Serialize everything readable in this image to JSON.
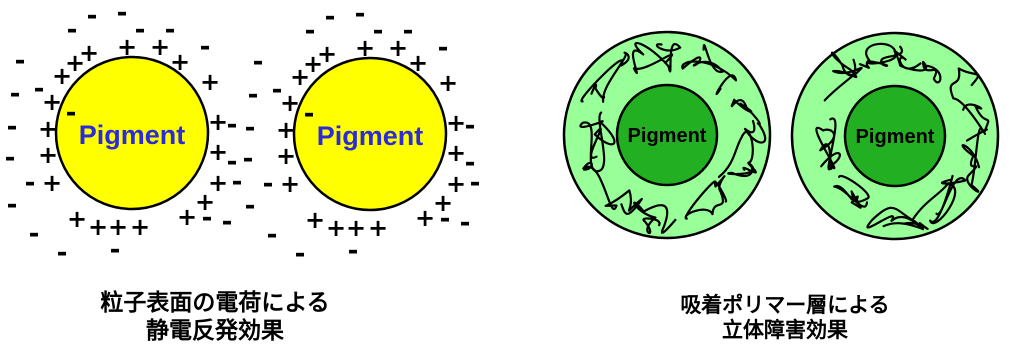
{
  "pigment_label": "Pigment",
  "symbols": {
    "plus": "+",
    "minus": "-"
  },
  "captions": {
    "electrostatic": {
      "line1": "粒子表面の電荷による",
      "line2": "静電反発効果"
    },
    "steric": {
      "line1": "吸着ポリマー層による",
      "line2": "立体障害効果"
    }
  },
  "colors": {
    "electrostatic_particle": "#ffff00",
    "electrostatic_label": "#2b2bdb",
    "steric_shell": "#99ff99",
    "steric_core": "#22b022",
    "steric_label": "#000000",
    "outline": "#000000"
  }
}
